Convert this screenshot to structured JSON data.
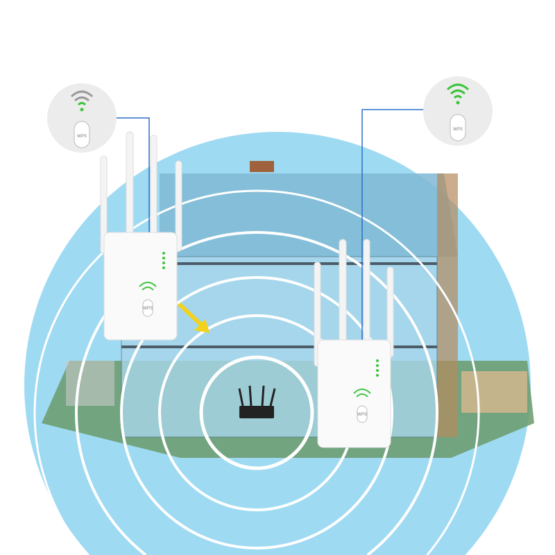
{
  "product": {
    "left_callout": {
      "button_label": "WPS",
      "signal_state": "weak"
    },
    "right_callout": {
      "button_label": "WPS",
      "signal_state": "strong"
    },
    "left_extender": {
      "button_label": "WPS"
    },
    "right_extender": {
      "button_label": "WPS"
    }
  },
  "colors": {
    "coverage": "#8fd3f0",
    "wifi_green": "#3cc43c",
    "wifi_gray": "#9a9a9a",
    "callout_line": "#2a6fc9",
    "arrow": "#f2d21b"
  }
}
